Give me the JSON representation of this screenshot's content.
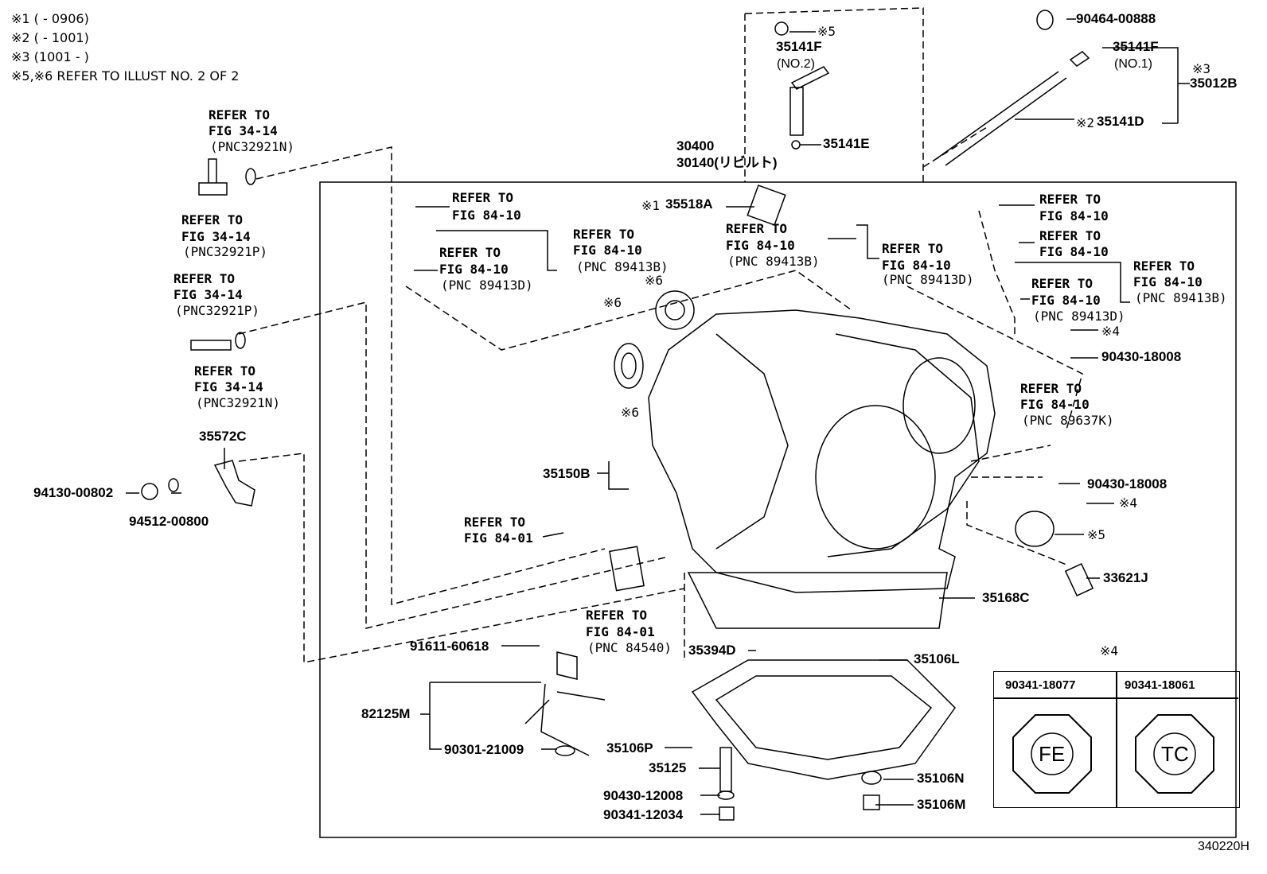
{
  "notes": [
    "※1 (        - 0906)",
    "※2 (        - 1001)",
    "※3 (1001 -        )",
    "※5,※6 REFER TO ILLUST NO. 2 OF 2"
  ],
  "figure_code": "340220H",
  "table": {
    "mark": "※4",
    "col1": "90341-18077",
    "col2": "90341-18061",
    "icon1": "FE",
    "icon2": "TC"
  },
  "labels": {
    "p90464": "90464-00888",
    "p35141F_no1": "35141F",
    "no1": "(NO.1)",
    "mark3": "※3",
    "p35012B": "35012B",
    "mark2": "※2",
    "p35141D": "35141D",
    "mark5a": "※5",
    "p35141F_no2": "35141F",
    "no2": "(NO.2)",
    "p35141E": "35141E",
    "p30400": "30400",
    "p30140": "30140(リビルト)",
    "mark1": "※1",
    "p35518A": "35518A",
    "ref1a": "REFER TO",
    "ref1b": "FIG 34-14",
    "ref1c": "(PNC32921N)",
    "ref2a": "REFER TO",
    "ref2b": "FIG 34-14",
    "ref2c": "(PNC32921P)",
    "ref3a": "REFER TO",
    "ref3b": "FIG 34-14",
    "ref3c": "(PNC32921P)",
    "ref4a": "REFER TO",
    "ref4b": "FIG 34-14",
    "ref4c": "(PNC32921N)",
    "ref5a": "REFER TO",
    "ref5b": "FIG 84-10",
    "ref6a": "REFER TO",
    "ref6b": "FIG 84-10",
    "ref6c": "(PNC 89413D)",
    "ref7a": "REFER TO",
    "ref7b": "FIG 84-10",
    "ref7c": "(PNC 89413B)",
    "ref8a": "REFER TO",
    "ref8b": "FIG 84-10",
    "ref8c": "(PNC 89413B)",
    "ref9a": "REFER TO",
    "ref9b": "FIG 84-10",
    "ref9c": "(PNC 89413D)",
    "ref10a": "REFER TO",
    "ref10b": "FIG 84-10",
    "ref11a": "REFER TO",
    "ref11b": "FIG 84-10",
    "ref12a": "REFER TO",
    "ref12b": "FIG 84-10",
    "ref12c": "(PNC 89413B)",
    "ref13a": "REFER TO",
    "ref13b": "FIG 84-10",
    "ref13c": "(PNC 89413D)",
    "ref14a": "REFER TO",
    "ref14b": "FIG 84-10",
    "ref14c": "(PNC 89637K)",
    "ref15a": "REFER TO",
    "ref15b": "FIG 84-01",
    "ref16a": "REFER TO",
    "ref16b": "FIG 84-01",
    "ref16c": "(PNC 84540)",
    "mark6a": "※6",
    "mark6b": "※6",
    "mark6c": "※6",
    "mark4a": "※4",
    "p90430_18008a": "90430-18008",
    "p90430_18008b": "90430-18008",
    "mark4b": "※4",
    "mark5b": "※5",
    "p33621J": "33621J",
    "p35572C": "35572C",
    "p94130": "94130-00802",
    "p94512": "94512-00800",
    "p35150B": "35150B",
    "p35168C": "35168C",
    "p91611": "91611-60618",
    "p35394D": "35394D",
    "p35106L": "35106L",
    "p82125M": "82125M",
    "p90301": "90301-21009",
    "p35106P": "35106P",
    "p35125": "35125",
    "p90430_12008": "90430-12008",
    "p90341_12034": "90341-12034",
    "p35106N": "35106N",
    "p35106M": "35106M"
  }
}
